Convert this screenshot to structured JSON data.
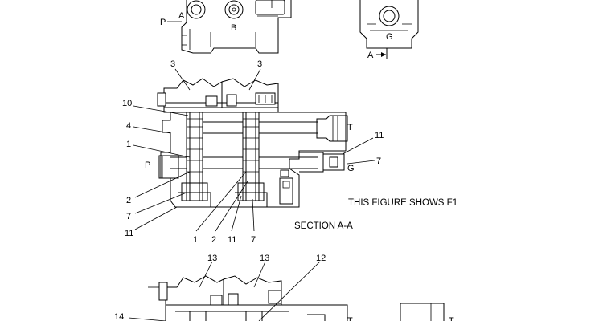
{
  "ports": {
    "top_p": "P",
    "top_a": "A",
    "top_b": "B",
    "side_g": "G",
    "section_arrow": "A",
    "main_t": "T",
    "main_p": "P",
    "main_g": "G",
    "bottom_t1": "T",
    "bottom_t2": "T"
  },
  "callouts": {
    "c3a": "3",
    "c3b": "3",
    "c10": "10",
    "c4": "4",
    "c1": "1",
    "c11r": "11",
    "c7r": "7",
    "c2l": "2",
    "c7l": "7",
    "c11l": "11",
    "b1": "1",
    "b2": "2",
    "b11": "11",
    "b7": "7",
    "c13a": "13",
    "c13b": "13",
    "c12": "12",
    "c14": "14"
  },
  "notes": {
    "figure_note": "THIS FIGURE SHOWS  F1",
    "section_label": "SECTION   A-A"
  }
}
